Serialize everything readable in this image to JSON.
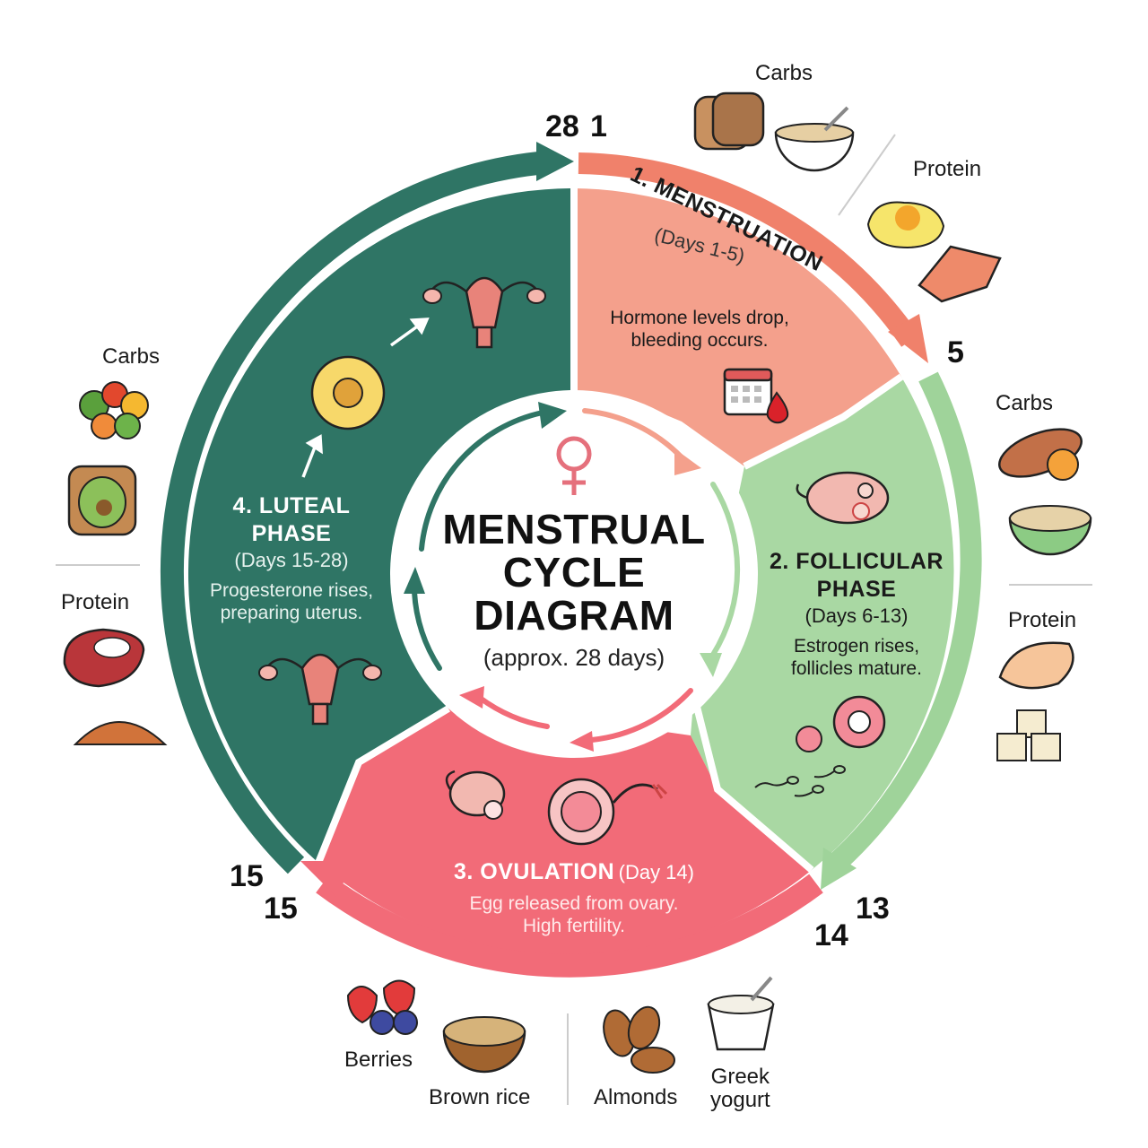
{
  "title": {
    "line1": "MENSTRUAL",
    "line2": "CYCLE",
    "line3": "DIAGRAM",
    "subtitle": "(approx. 28 days)"
  },
  "day_markers": {
    "d28": "28",
    "d1": "1",
    "d5": "5",
    "d13": "13",
    "d14": "14",
    "d15a": "15",
    "d15b": "15"
  },
  "phases": {
    "menstruation": {
      "title": "1. MENSTRUATION",
      "days": "(Days 1-5)",
      "desc1": "Hormone levels drop,",
      "desc2": "bleeding occurs.",
      "color": "#f4a08c"
    },
    "follicular": {
      "title1": "2. FOLLICULAR",
      "title2": "PHASE",
      "days": "(Days 6-13)",
      "desc1": "Estrogen rises,",
      "desc2": "follicles mature.",
      "color": "#a9d8a3"
    },
    "ovulation": {
      "title": "3. OVULATION",
      "days": "(Day 14)",
      "desc1": "Egg released from ovary.",
      "desc2": "High fertility.",
      "color": "#f26b78"
    },
    "luteal": {
      "title1": "4. LUTEAL",
      "title2": "PHASE",
      "days": "(Days 15-28)",
      "desc1": "Progesterone rises,",
      "desc2": "preparing uterus.",
      "color": "#2f7565"
    }
  },
  "food_groups": {
    "menstruation": {
      "carbs": "Carbs",
      "protein": "Protein"
    },
    "follicular": {
      "carbs": "Carbs",
      "protein": "Protein"
    },
    "luteal": {
      "carbs": "Carbs",
      "protein": "Protein"
    },
    "ovulation": {
      "berries": "Berries",
      "brown_rice": "Brown rice",
      "almonds": "Almonds",
      "greek1": "Greek",
      "greek2": "yogurt"
    }
  },
  "icons": [
    "uterus-icon",
    "follicle-icon",
    "female-symbol-icon",
    "calendar-icon",
    "blood-drop-icon",
    "ovary-icon",
    "egg-icon",
    "sperm-icon",
    "bread-icon",
    "oatmeal-icon",
    "egg-fried-icon",
    "salmon-icon",
    "sweet-potato-icon",
    "quinoa-icon",
    "chicken-icon",
    "tofu-icon",
    "vegetables-icon",
    "avocado-toast-icon",
    "steak-icon",
    "lentils-icon",
    "berries-icon",
    "brown-rice-icon",
    "almonds-icon",
    "greek-yogurt-icon"
  ]
}
